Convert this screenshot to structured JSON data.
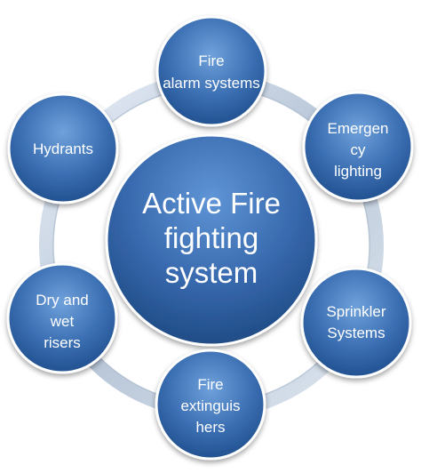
{
  "diagram": {
    "center": {
      "lines": [
        "Active Fire",
        "fighting",
        "system"
      ]
    },
    "nodes": [
      {
        "id": "fire-alarm-systems",
        "lines": [
          "Fire",
          "alarm systems"
        ]
      },
      {
        "id": "emergency-lighting",
        "lines": [
          "Emergen",
          "cy",
          "lighting"
        ]
      },
      {
        "id": "sprinkler-systems",
        "lines": [
          "Sprinkler",
          "Systems"
        ]
      },
      {
        "id": "fire-extinguishers",
        "lines": [
          "Fire",
          "extinguis",
          "hers"
        ]
      },
      {
        "id": "dry-and-wet-risers",
        "lines": [
          "Dry and",
          "wet",
          "risers"
        ]
      },
      {
        "id": "hydrants",
        "lines": [
          "Hydrants"
        ]
      }
    ],
    "colors": {
      "circle_fill_light": "#4f86c6",
      "circle_fill_dark": "#1f4e8c",
      "circle_stroke": "#ffffff",
      "ring": "#c8d3e0",
      "text": "#ffffff"
    }
  }
}
